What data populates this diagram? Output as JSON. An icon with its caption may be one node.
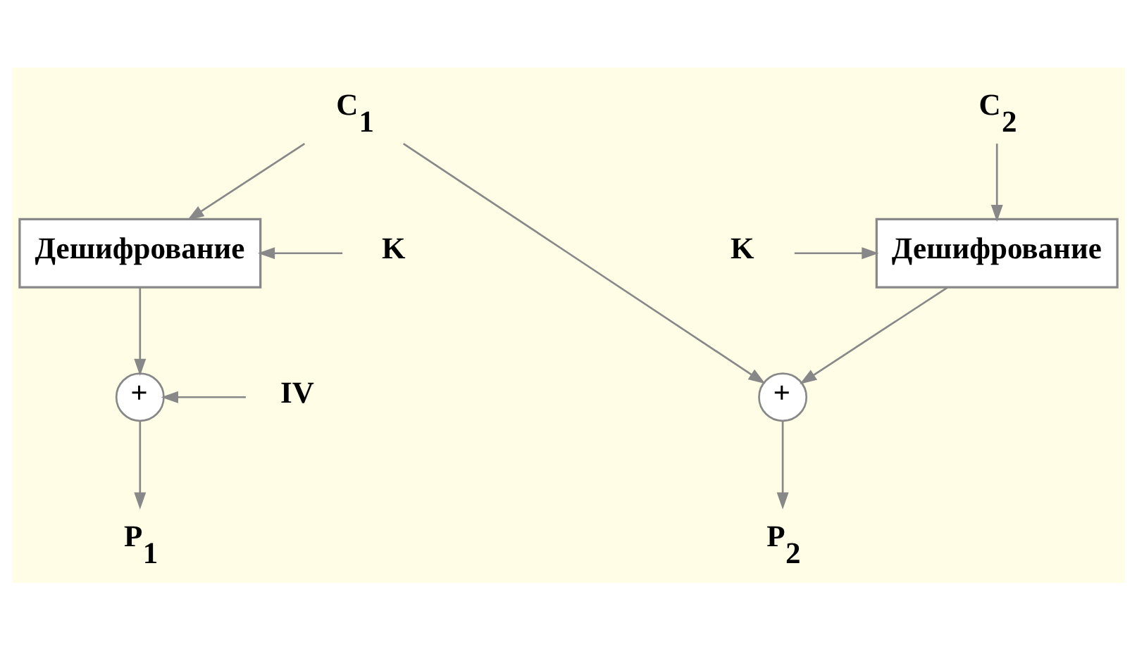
{
  "diagram": {
    "nodes": [
      {
        "text": [
          "C$_{1}$"
        ]
      },
      {
        "text": [
          "C$_{2}$"
        ]
      },
      {
        "text": [
          "K"
        ]
      },
      {
        "text": [
          "Дешифрование"
        ]
      },
      {
        "text": [
          "K"
        ]
      },
      {
        "text": [
          "Дешифрование"
        ]
      },
      {
        "text": [
          "IV"
        ]
      },
      {
        "text": [
          "+"
        ]
      },
      {
        "text": [
          "+"
        ]
      },
      {
        "text": [
          "P$_{1}$"
        ]
      },
      {
        "text": [
          "P$_{2}$"
        ]
      }
    ],
    "edges": [
      {
        "from": 0,
        "to": 3,
        "arrow": "to"
      },
      {
        "from": 0,
        "to": 8,
        "arrow": "to"
      },
      {
        "from": 2,
        "to": 3,
        "arrow": "to"
      },
      {
        "from": 1,
        "to": 5,
        "arrow": "to"
      },
      {
        "from": 4,
        "to": 5,
        "arrow": "to"
      },
      {
        "from": 3,
        "to": 7,
        "arrow": "to"
      },
      {
        "from": 6,
        "to": 7,
        "arrow": "to"
      },
      {
        "from": 5,
        "to": 8,
        "arrow": "to"
      },
      {
        "from": 7,
        "to": 9,
        "arrow": "to"
      },
      {
        "from": 8,
        "to": 10,
        "arrow": "to"
      }
    ]
  }
}
